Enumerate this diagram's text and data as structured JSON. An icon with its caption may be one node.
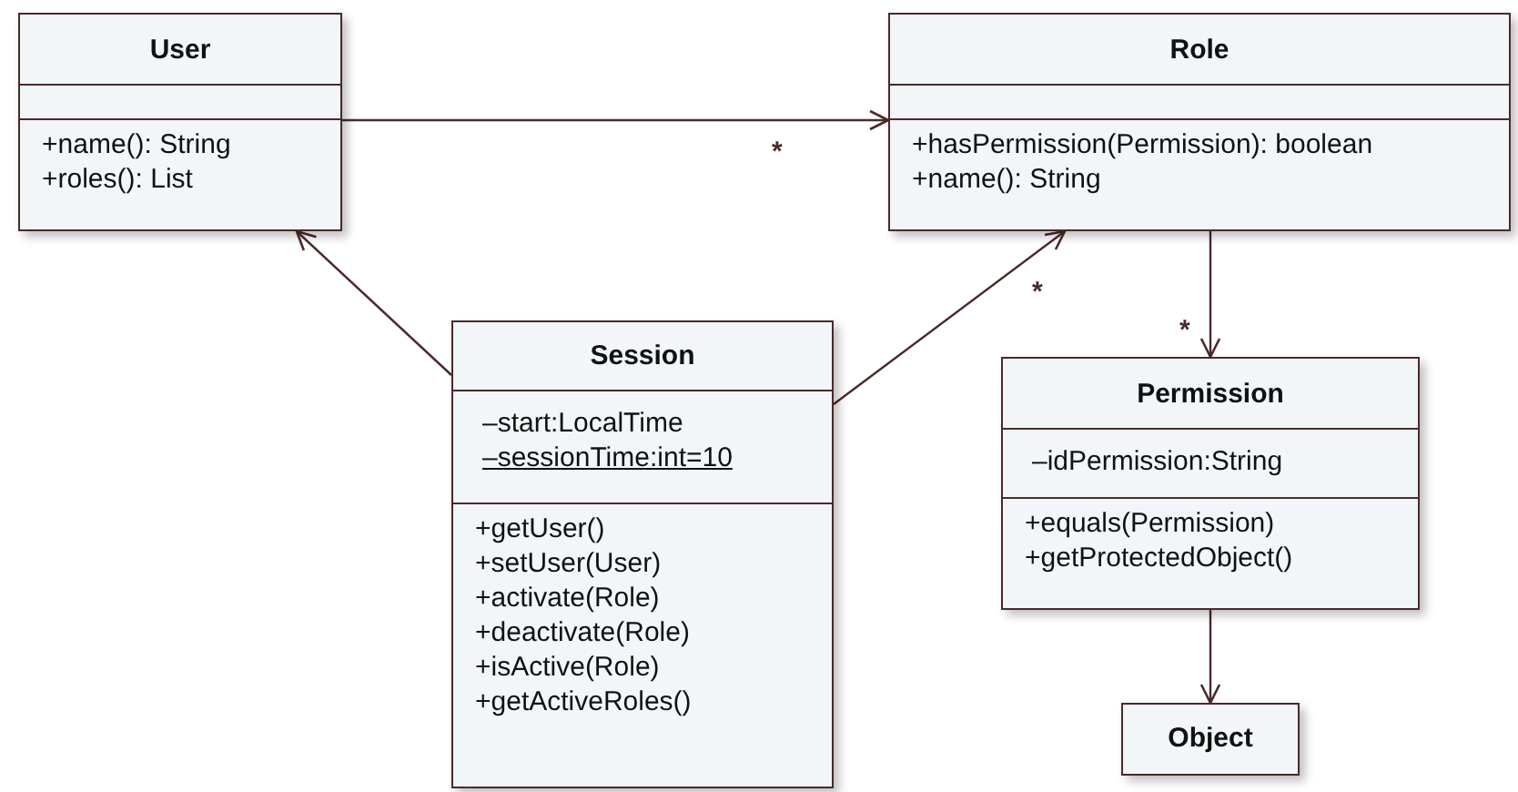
{
  "diagram": {
    "nodes": [
      {
        "text": [
          "User",
          "+name(): String",
          "+roles(): List"
        ]
      },
      {
        "text": [
          "Role",
          "+hasPermission(Permission): boolean",
          "+name(): String"
        ]
      },
      {
        "text": [
          "Session",
          "–start:LocalTime",
          "–sessionTime:int=10",
          "+getUser()",
          "+setUser(User)",
          "+activate(Role)",
          "+deactivate(Role)",
          "+isActive(Role)",
          "+getActiveRoles()"
        ]
      },
      {
        "text": [
          "Permission",
          "–idPermission:String",
          "+equals(Permission)",
          "+getProtectedObject()"
        ]
      },
      {
        "text": [
          "Object"
        ]
      }
    ],
    "edges": [
      {
        "from": 0,
        "to": 1,
        "arrow": "to",
        "label": "*"
      },
      {
        "from": 2,
        "to": 0,
        "arrow": "to"
      },
      {
        "from": 2,
        "to": 1,
        "arrow": "to",
        "label": "*"
      },
      {
        "from": 1,
        "to": 3,
        "arrow": "to",
        "label": "*"
      },
      {
        "from": 3,
        "to": 4,
        "arrow": "to"
      }
    ]
  }
}
